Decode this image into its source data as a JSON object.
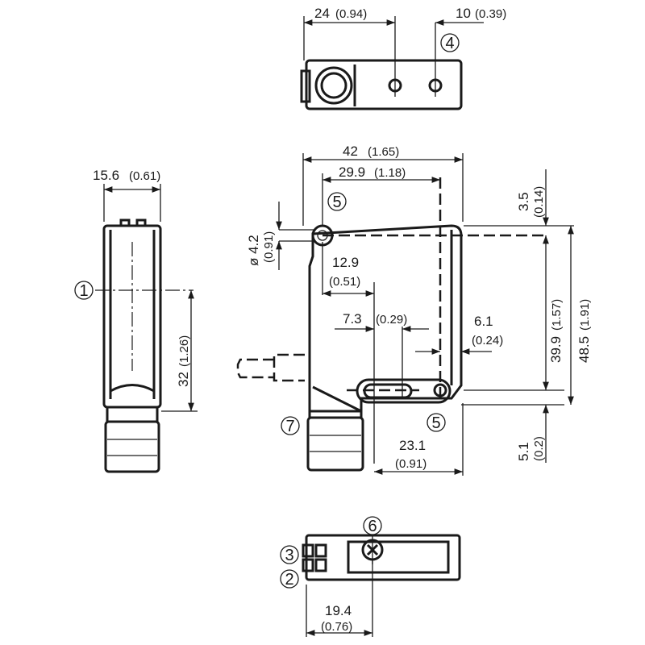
{
  "title": "Dimensional drawing (mm, inch)",
  "top_view": {
    "dim_width": "24",
    "dim_width_in": "(0.94)",
    "dim_hole": "10",
    "dim_hole_in": "(0.39)",
    "callout": "4"
  },
  "side_view": {
    "dim_width": "15.6",
    "dim_width_in": "(0.61)",
    "dim_axis": "32",
    "dim_axis_in": "(1.26)",
    "callout": "1"
  },
  "front_view": {
    "dim_total_width": "42",
    "dim_total_width_in": "(1.65)",
    "dim_hole_spacing": "29.9",
    "dim_hole_spacing_in": "(1.18)",
    "dim_hole_dia": "ø 4.2",
    "dim_hole_dia_in": "(0.91)",
    "dim_slot_offset": "12.9",
    "dim_slot_offset_in": "(0.51)",
    "dim_slot_length": "7.3",
    "dim_slot_length_in": "(0.29)",
    "dim_edge": "6.1",
    "dim_edge_in": "(0.24)",
    "dim_top": "3.5",
    "dim_top_in": "(0.14)",
    "dim_height_holes": "39.9",
    "dim_height_holes_in": "(1.57)",
    "dim_height": "48.5",
    "dim_height_in": "(1.91)",
    "dim_bottom": "5.1",
    "dim_bottom_in": "(0.2)",
    "dim_lower": "23.1",
    "dim_lower_in": "(0.91)",
    "callout_top": "5",
    "callout_bottom": "5",
    "callout_connector": "7"
  },
  "bottom_view": {
    "dim_width": "19.4",
    "dim_width_in": "(0.76)",
    "callout_3": "3",
    "callout_2": "2",
    "callout_6": "6"
  }
}
